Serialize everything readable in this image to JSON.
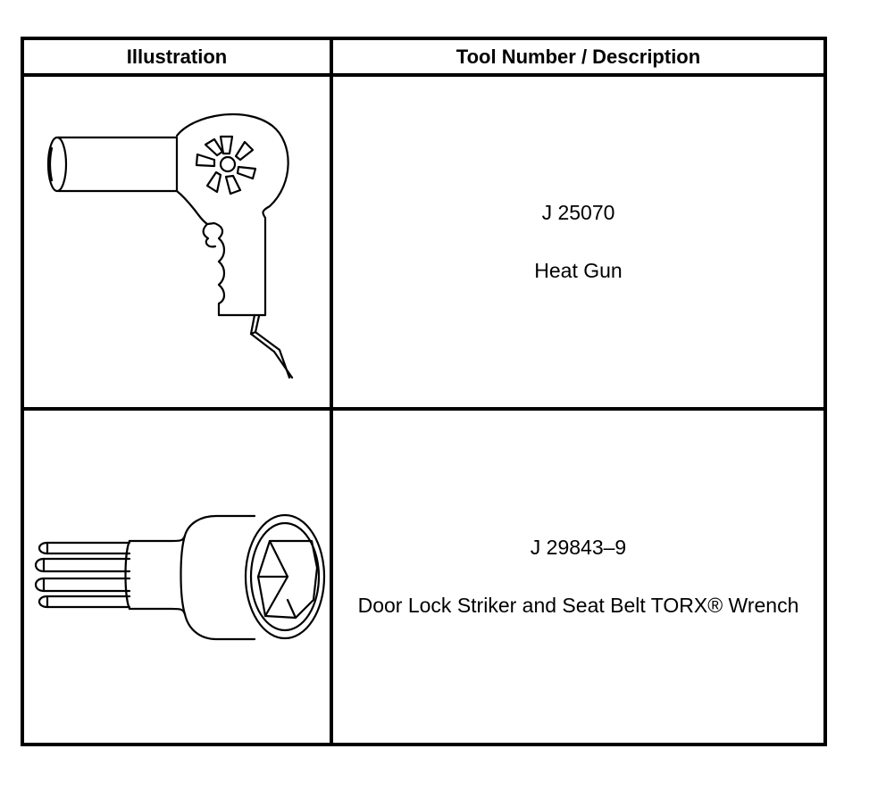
{
  "table": {
    "headers": {
      "illustration": "Illustration",
      "tool_description": "Tool Number / Description"
    },
    "rows": [
      {
        "illustration_icon": "heat-gun-icon",
        "tool_number": "J 25070",
        "description": "Heat Gun"
      },
      {
        "illustration_icon": "torx-wrench-icon",
        "tool_number": "J 29843–9",
        "description": "Door Lock Striker and Seat Belt TORX® Wrench"
      }
    ]
  },
  "colors": {
    "line": "#000000",
    "background": "#ffffff"
  }
}
